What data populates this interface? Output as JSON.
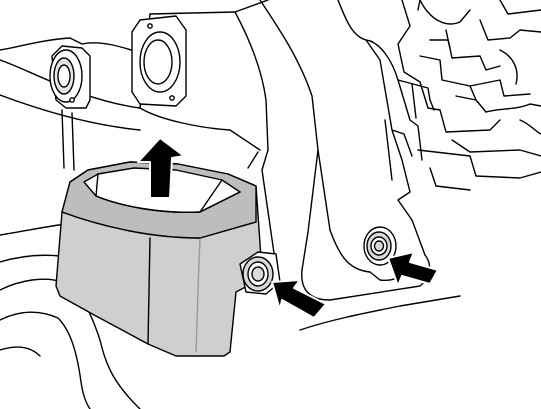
{
  "figure": {
    "kind": "line-art-service-illustration",
    "callouts": [
      {
        "symbol": "lift-arrow",
        "direction": "up"
      },
      {
        "symbol": "pointer-arrow",
        "direction": "up-left",
        "target": "lower-fastener"
      },
      {
        "symbol": "pointer-arrow",
        "direction": "up-left",
        "target": "right-fastener"
      }
    ],
    "colors": {
      "line": "#000000",
      "background": "#ffffff",
      "box_fill": "#cfcfcf",
      "box_shadow": "#b5b5b5",
      "fastener_fill": "#d9d9d9"
    }
  }
}
